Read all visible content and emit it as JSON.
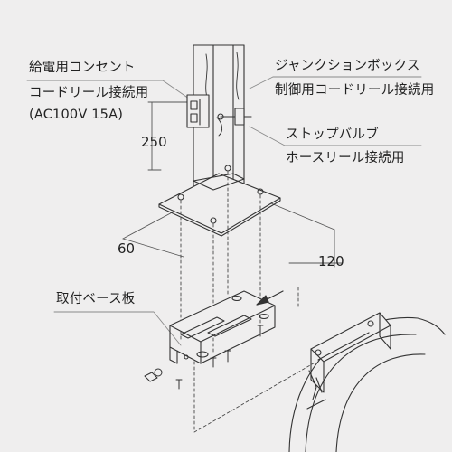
{
  "labels": {
    "outlet": "給電用コンセント",
    "cord_reel": "コードリール接続用",
    "rating": "(AC100V 15A)",
    "junction_box": "ジャンクションボックス",
    "control_cord_reel": "制御用コードリール接続用",
    "stop_valve": "ストップバルブ",
    "hose_reel": "ホースリール接続用",
    "base_plate": "取付ベース板"
  },
  "dimensions": {
    "height": "250",
    "depth": "60",
    "width": "120"
  },
  "colors": {
    "background": "#efeeee",
    "line": "#333333",
    "label_rule": "#888888"
  }
}
